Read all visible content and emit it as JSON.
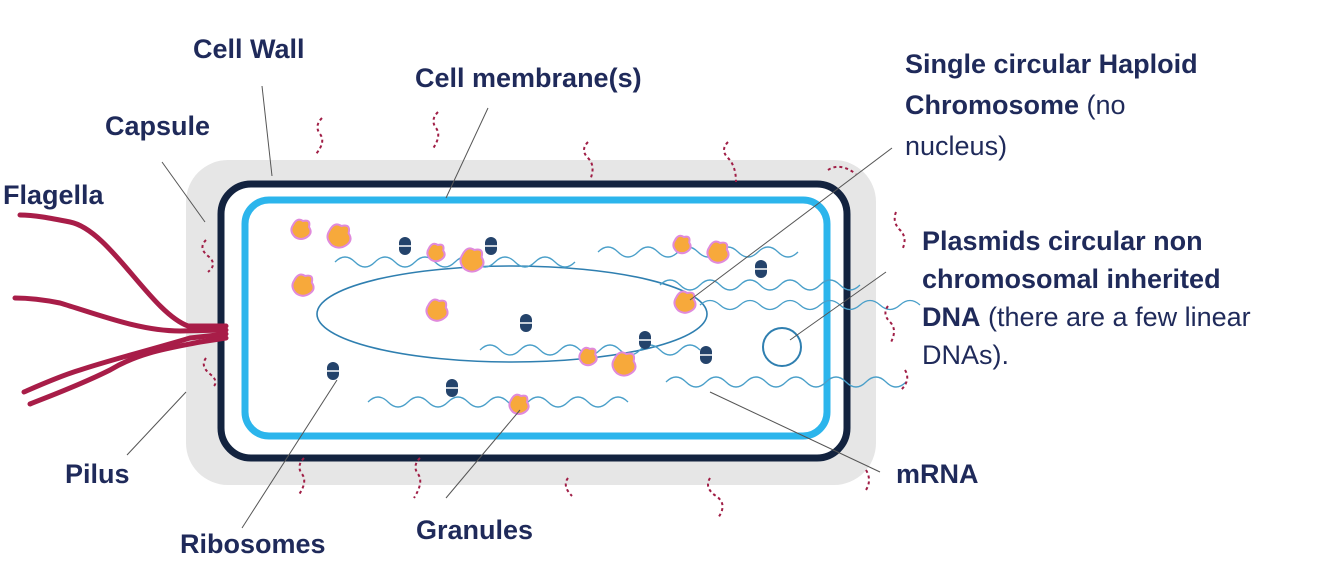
{
  "labels": {
    "cell_wall": "Cell Wall",
    "cell_membrane": "Cell membrane(s)",
    "capsule": "Capsule",
    "flagella": "Flagella",
    "pilus": "Pilus",
    "ribosomes": "Ribosomes",
    "granules": "Granules",
    "mrna": "mRNA",
    "chromosome": {
      "line1": "Single circular Haploid",
      "line2_bold": "Chromosome",
      "line2_rest": " (no",
      "line3": "nucleus)"
    },
    "plasmids": {
      "line1": "Plasmids  circular non",
      "line2": "chromosomal inherited",
      "line3_bold": "DNA",
      "line3_rest": " (there are a few linear",
      "line4": "DNAs)."
    }
  },
  "colors": {
    "text": "#1f2a5a",
    "capsule": "#e6e6e6",
    "wall": "#13233f",
    "membrane": "#2cb5ec",
    "flagella": "#a81d48",
    "granule_fill": "#f7a93b",
    "granule_edge": "#e08adc",
    "ribosome": "#24436b",
    "dna": "#4a9fc9",
    "pili": "#a01e46",
    "leader": "#555555"
  }
}
